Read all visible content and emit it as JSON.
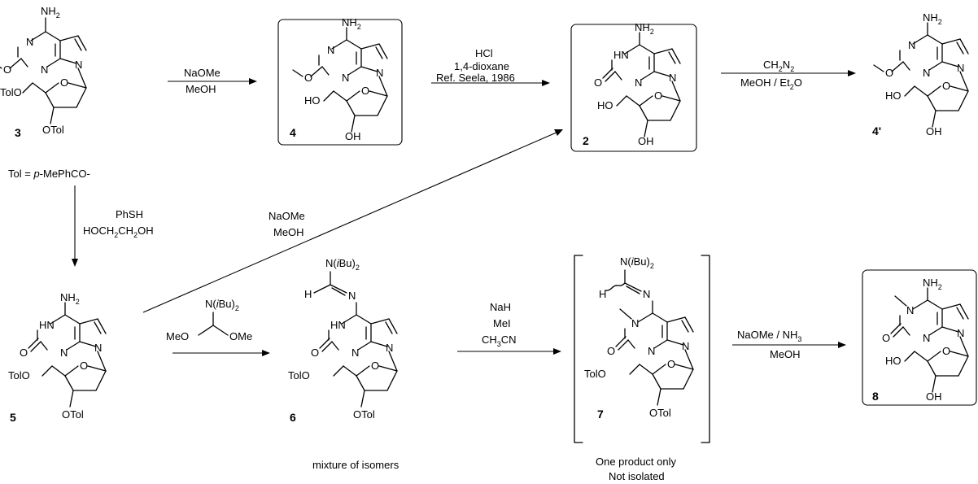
{
  "compounds": {
    "c3": {
      "number": "3",
      "labels": {
        "nh2": "NH",
        "nh2_sub": "2",
        "n_ring": "N",
        "n_ring2": "N",
        "n9": "N",
        "o_sub": "O",
        "o_sugar": "O",
        "o5": "TolO",
        "o3": "OTol"
      }
    },
    "c4": {
      "number": "4",
      "labels": {
        "nh2": "NH",
        "nh2_sub": "2",
        "n_ring": "N",
        "n_ring2": "N",
        "n9": "N",
        "o_sub": "O",
        "o_sugar": "O",
        "o5": "HO",
        "o3": "OH"
      }
    },
    "c2": {
      "number": "2",
      "labels": {
        "nh2": "NH",
        "nh2_sub": "2",
        "n_ring": "HN",
        "n_ring2": "N",
        "n9": "N",
        "o_sub": "O",
        "o_sugar": "O",
        "o5": "HO",
        "o3": "OH"
      }
    },
    "c4p": {
      "number": "4'",
      "labels": {
        "nh2": "NH",
        "nh2_sub": "2",
        "n_ring": "N",
        "n_ring2": "N",
        "n9": "N",
        "o_sub": "O",
        "o_sugar": "O",
        "o5": "HO",
        "o3": "OH"
      }
    },
    "c5": {
      "number": "5",
      "labels": {
        "nh2": "NH",
        "nh2_sub": "2",
        "n_ring": "HN",
        "n_ring2": "N",
        "n9": "N",
        "o_sub": "O",
        "o_sugar": "O",
        "o5": "TolO",
        "o3": "OTol"
      }
    },
    "c6": {
      "number": "6",
      "labels": {
        "amidine": "N(",
        "amidine_i": "i",
        "amidine_bu": "Bu)",
        "amidine_sub": "2",
        "h": "H",
        "n_amid": "N",
        "n_ring": "HN",
        "n_ring2": "N",
        "n9": "N",
        "o_sub": "O",
        "o_sugar": "O",
        "o5": "TolO",
        "o3": "OTol"
      }
    },
    "c7": {
      "number": "7",
      "labels": {
        "amidine": "N(",
        "amidine_i": "i",
        "amidine_bu": "Bu)",
        "amidine_sub": "2",
        "h": "H",
        "n_amid": "N",
        "n_ring": "N",
        "n_ring2": "N",
        "n9": "N",
        "o_sub": "O",
        "o_sugar": "O",
        "o5": "TolO",
        "o3": "OTol"
      }
    },
    "c8": {
      "number": "8",
      "labels": {
        "nh2": "NH",
        "nh2_sub": "2",
        "n_ring": "N",
        "n_ring2": "N",
        "n9": "N",
        "o_sub": "O",
        "o_sugar": "O",
        "o5": "HO",
        "o3": "OH"
      }
    }
  },
  "reagent_acetal": {
    "n": "N(",
    "i": "i",
    "bu": "Bu)",
    "sub": "2",
    "meo": "MeO",
    "ome": "OMe"
  },
  "tol_definition": {
    "prefix": "Tol = ",
    "p": "p",
    "rest": "-MePhCO-"
  },
  "conditions": {
    "r1": {
      "line1": "NaOMe",
      "line2": "MeOH"
    },
    "r2": {
      "line1": "HCl",
      "line2": "1,4-dioxane",
      "line3": "Ref. Seela, 1986"
    },
    "r3": {
      "line1a": "CH",
      "line1sub1": "2",
      "line1b": "N",
      "line1sub2": "2",
      "line2a": "MeOH / Et",
      "line2sub": "2",
      "line2b": "O"
    },
    "r4": {
      "line1": "PhSH",
      "line2a": "HOCH",
      "line2sub1": "2",
      "line2b": "CH",
      "line2sub2": "2",
      "line2c": "OH"
    },
    "r5": {
      "line1": "NaOMe",
      "line2": "MeOH"
    },
    "r6": {
      "line1": "NaH",
      "line2": "MeI",
      "line3a": "CH",
      "line3sub": "3",
      "line3b": "CN"
    },
    "r7": {
      "line1a": "NaOMe / NH",
      "line1sub": "3",
      "line2": "MeOH"
    }
  },
  "notes": {
    "c6_note": "mixture of isomers",
    "c7_note1": "One product only",
    "c7_note2": "Not isolated"
  }
}
